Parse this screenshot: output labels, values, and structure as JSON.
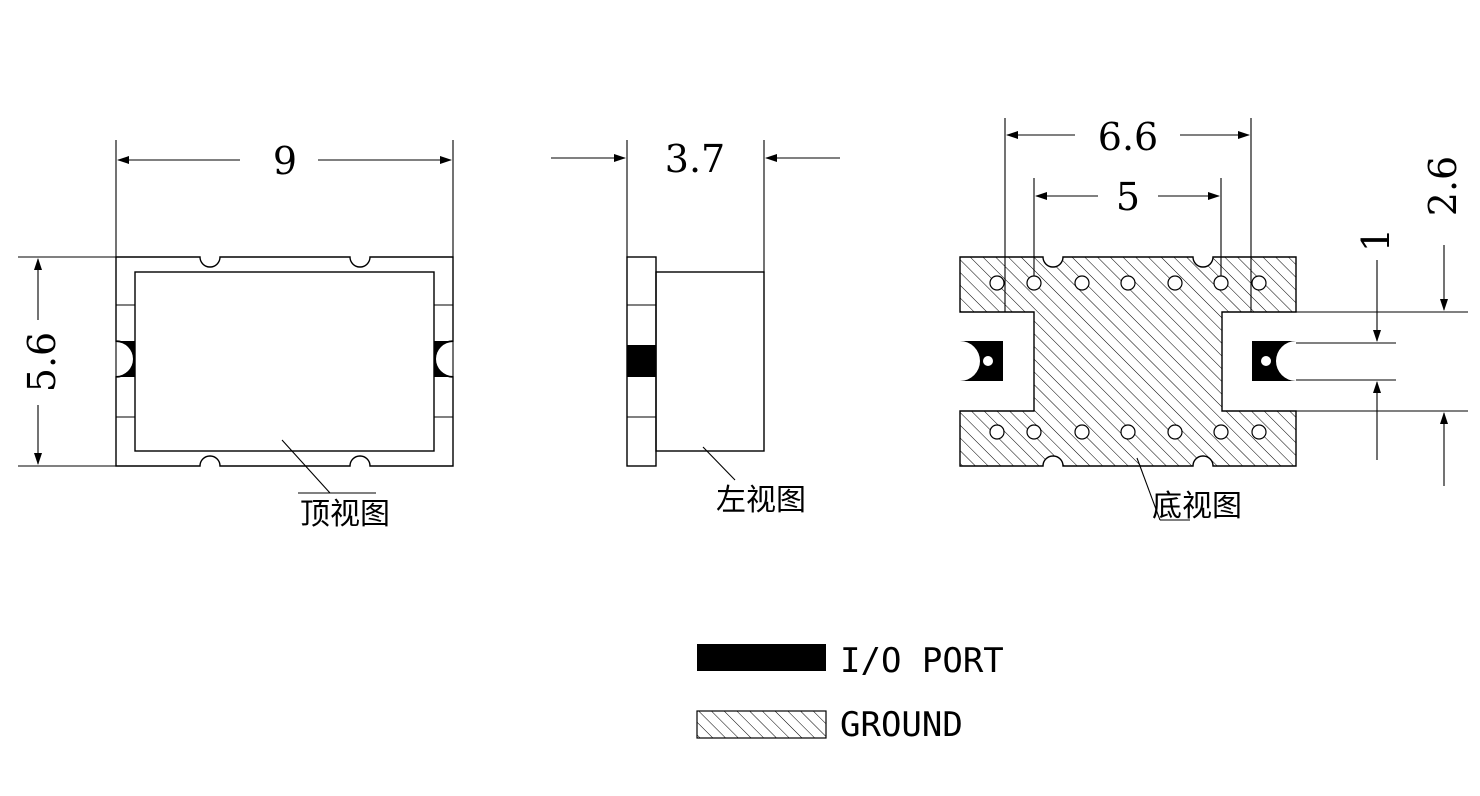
{
  "dimensions": {
    "width": "9",
    "height": "5.6",
    "depth": "3.7",
    "bottom_outer": "6.6",
    "bottom_inner": "5",
    "port_pitch": "2.6",
    "port_width": "1"
  },
  "views": {
    "top": "顶视图",
    "left": "左视图",
    "bottom": "底视图"
  },
  "legend": {
    "io_port": "I/O PORT",
    "ground": "GROUND"
  },
  "colors": {
    "line": "#000000",
    "io_port_fill": "#000000",
    "background": "#ffffff"
  }
}
